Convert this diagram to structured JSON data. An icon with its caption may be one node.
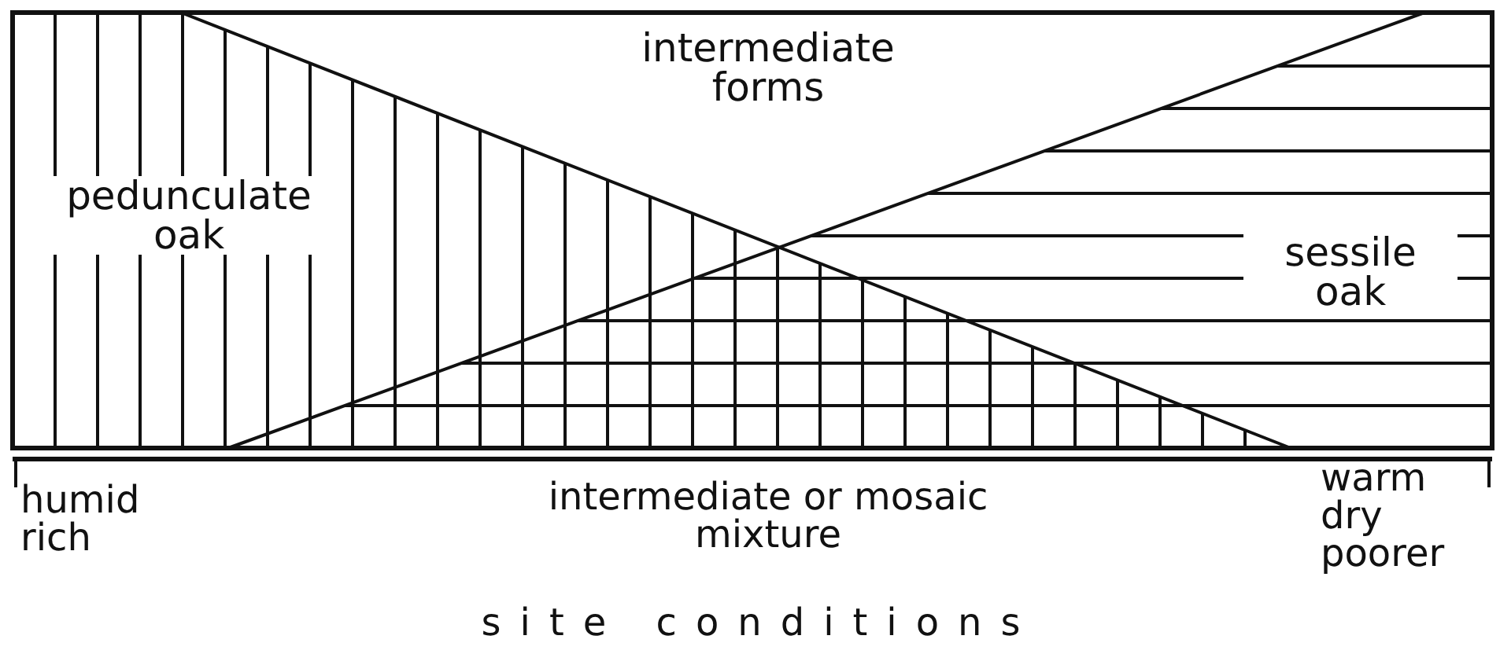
{
  "diagram": {
    "labels": [
      "intermediate forms",
      "pedunculate oak",
      "sessile oak",
      "humid rich",
      "intermediate or mosaic mixture",
      "warm dry poorer",
      "site conditions"
    ]
  }
}
